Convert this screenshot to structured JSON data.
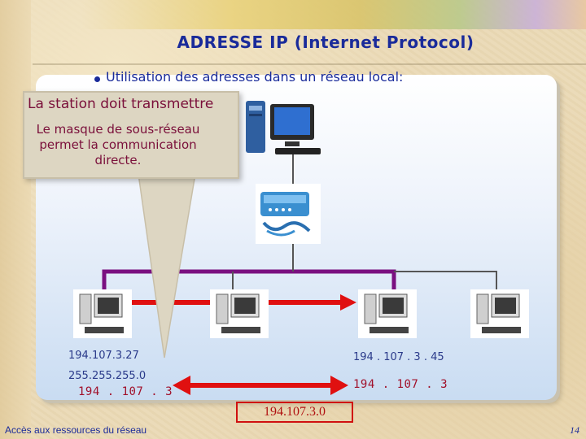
{
  "slide": {
    "title": "ADRESSE IP (Internet Protocol)",
    "bullet": "Utilisation des adresses dans un réseau local:",
    "footer_left": "Accès aux ressources du réseau",
    "page_number": "14"
  },
  "callout": {
    "title": "La station doit transmettre",
    "body": "Le masque de sous-réseau permet la communication directe."
  },
  "hosts": {
    "left_ip": "194.107.3.27",
    "left_mask": "255.255.255.0",
    "left_network": "194 . 107 . 3",
    "right_ip": "194 . 107 . 3 . 45",
    "right_network": "194 . 107 . 3"
  },
  "network_address": "194.107.3.0",
  "colors": {
    "title": "#1a2b9a",
    "callout_text": "#7a0f3a",
    "bus": "#7a1080",
    "arrow": "#e01010",
    "network_text": "#b01010"
  }
}
